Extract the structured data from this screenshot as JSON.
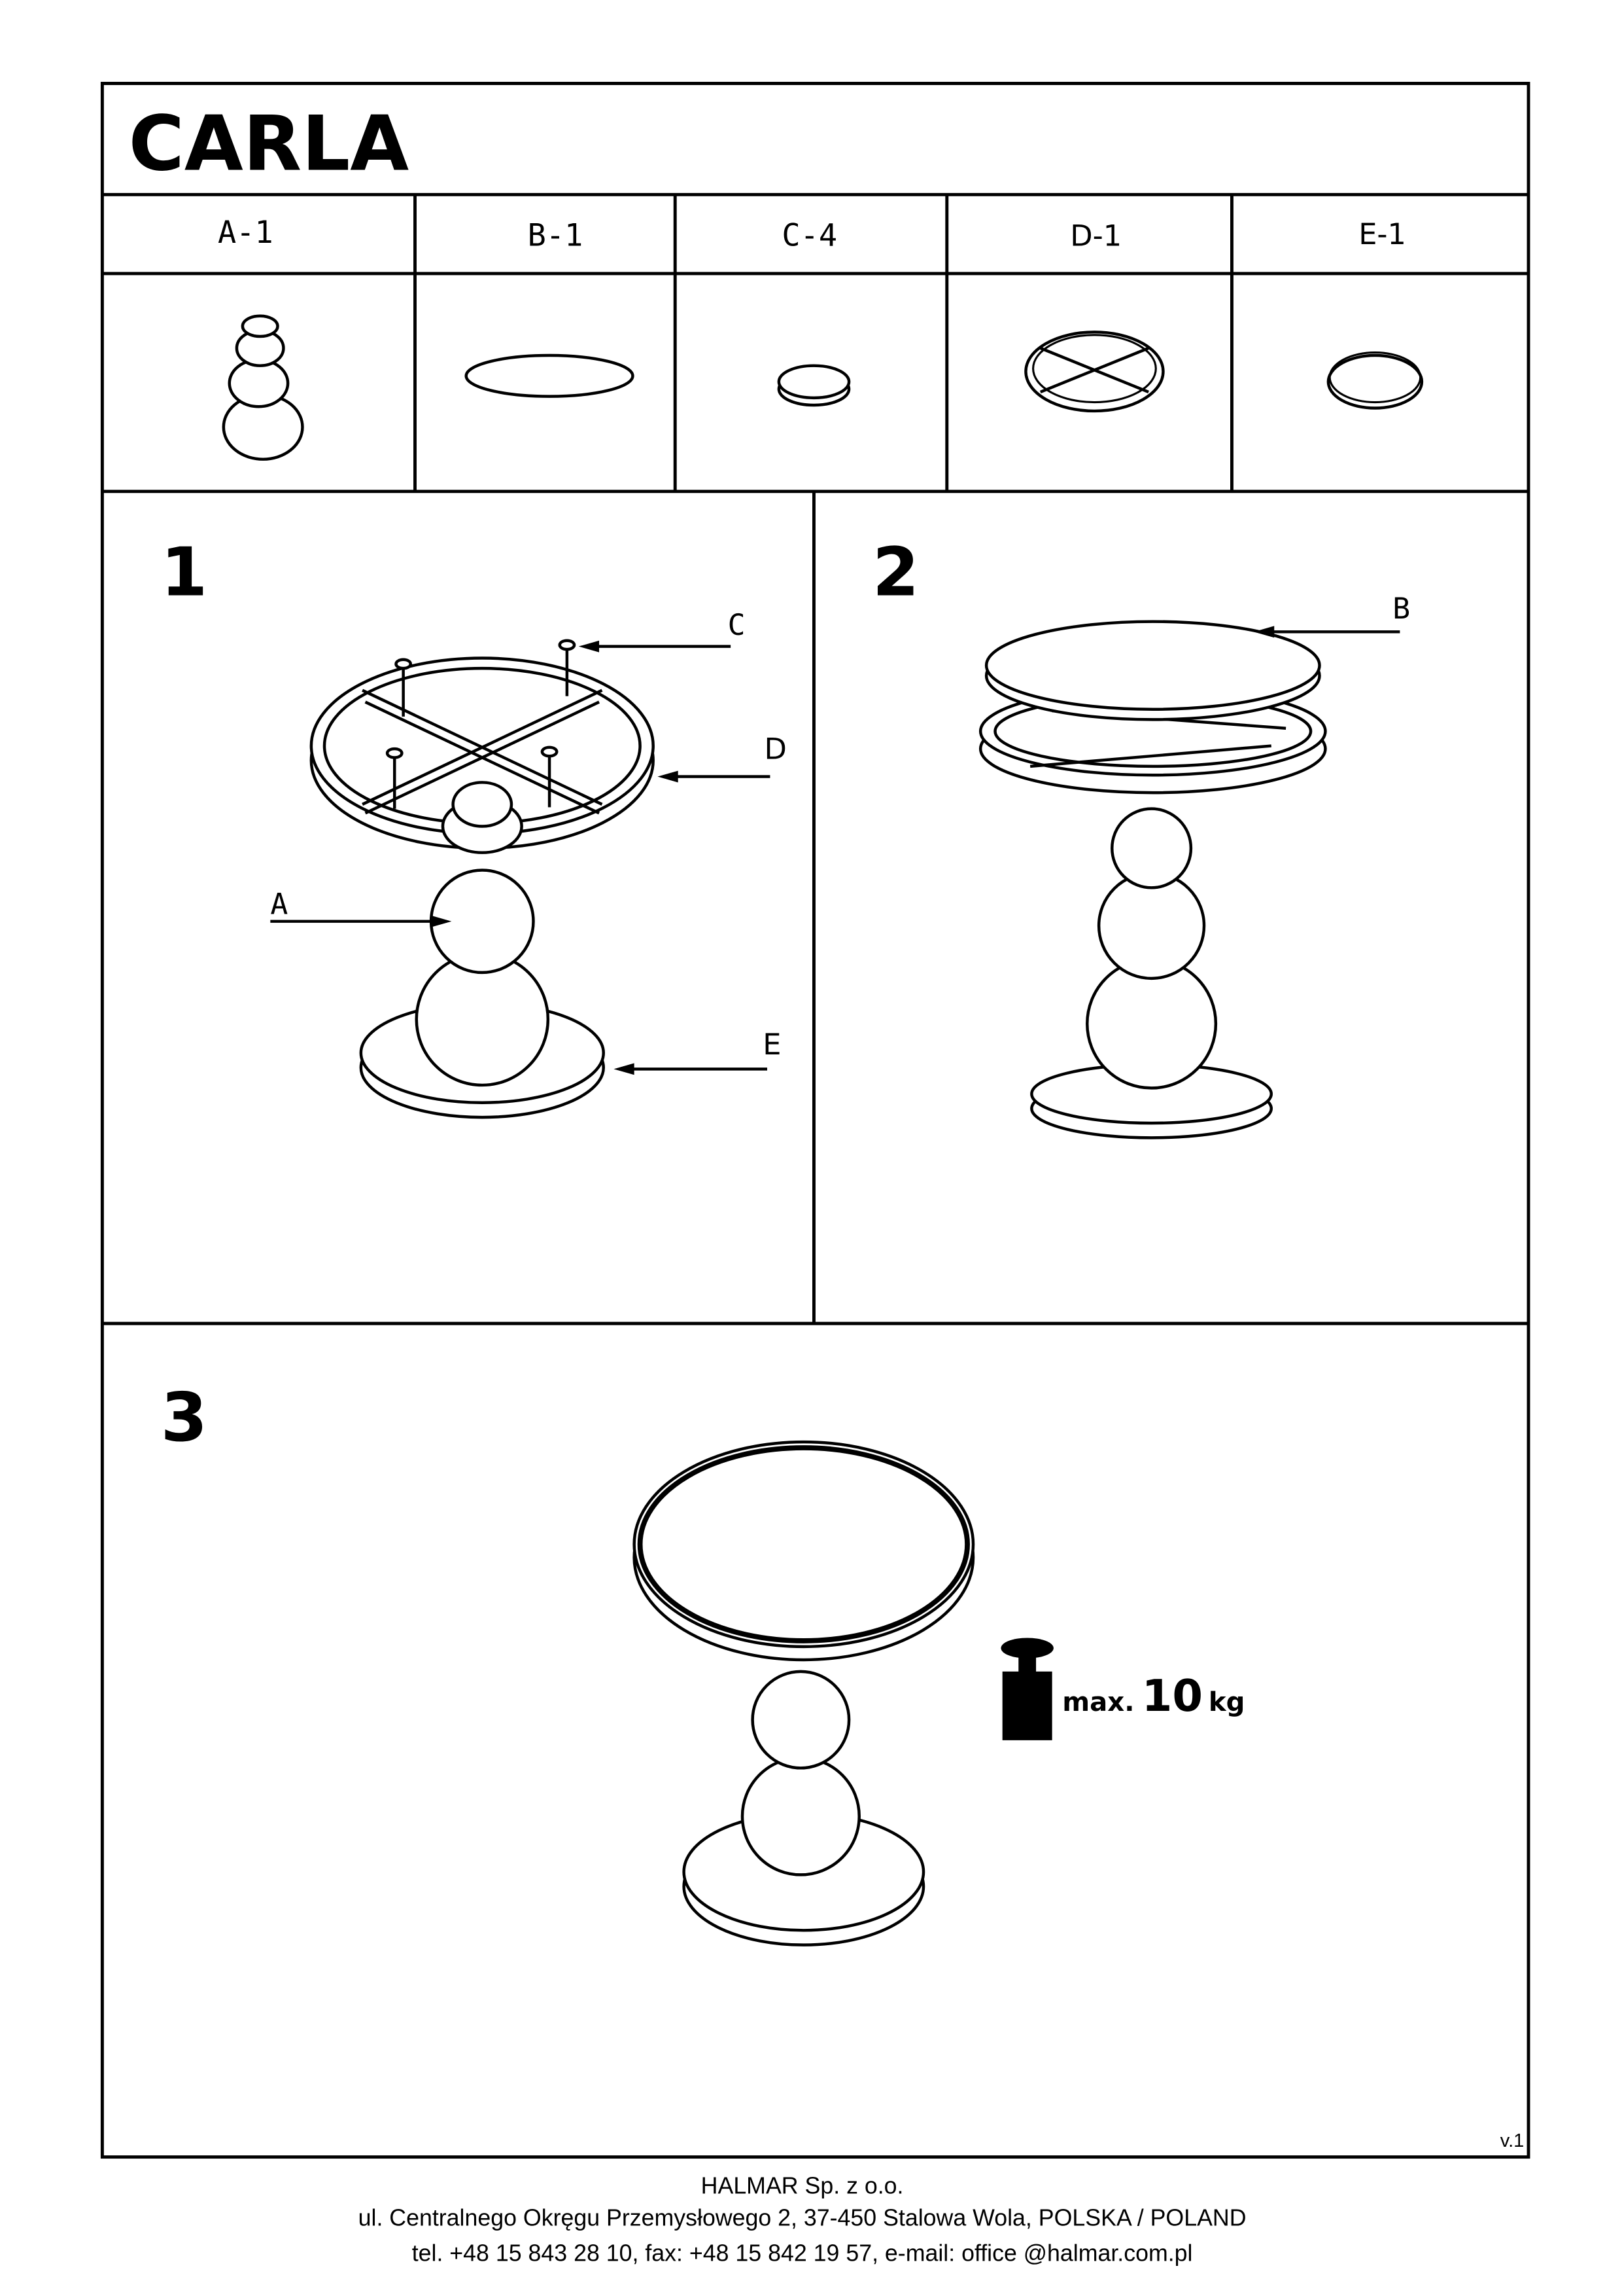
{
  "title": "CARLA",
  "parts": [
    {
      "label": "A-1"
    },
    {
      "label": "B-1"
    },
    {
      "label": "C-4"
    },
    {
      "label": "D-1"
    },
    {
      "label": "E-1"
    }
  ],
  "steps": [
    {
      "number": "1",
      "callouts": {
        "c": "C",
        "d": "D",
        "a": "A",
        "e": "E"
      }
    },
    {
      "number": "2",
      "callouts": {
        "b": "B"
      }
    },
    {
      "number": "3"
    }
  ],
  "load_limit": {
    "prefix": "max.",
    "value": "10",
    "unit": "kg",
    "icon": "weight-icon"
  },
  "version": "v.1",
  "footer": {
    "company": "HALMAR Sp. z o.o.",
    "address": "ul. Centralnego Okręgu Przemysłowego 2, 37-450 Stalowa Wola, POLSKA / POLAND",
    "contact": "tel. +48 15 843 28 10, fax: +48 15 842 19 57, e-mail: office @halmar.com.pl"
  }
}
